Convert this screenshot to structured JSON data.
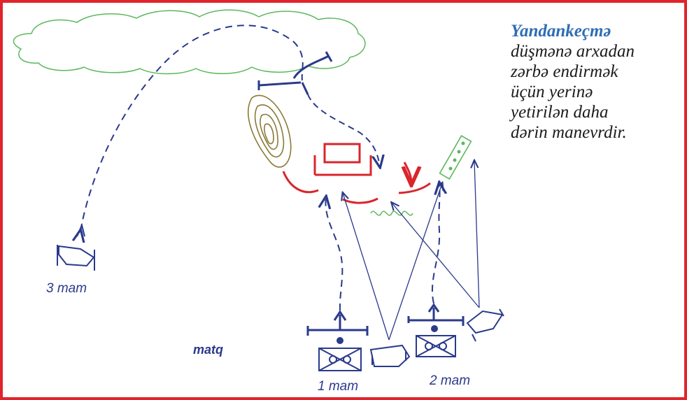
{
  "caption": {
    "title": "Yandankeçmə",
    "lines": [
      "düşmənə arxadan",
      "zərbə endirmək",
      "üçün yerinə",
      "yetirilən daha",
      "dərin manevrdir."
    ]
  },
  "labels": {
    "unit1": "1 mam",
    "unit2": "2 mam",
    "unit3": "3 mam",
    "attack_position": "matq"
  },
  "colors": {
    "border": "#e0242b",
    "friendly": "#2a3a8c",
    "enemy": "#d8262c",
    "terrain_green": "#5cb85c",
    "hill": "#8a7a35",
    "caption_title": "#2e6db4"
  }
}
